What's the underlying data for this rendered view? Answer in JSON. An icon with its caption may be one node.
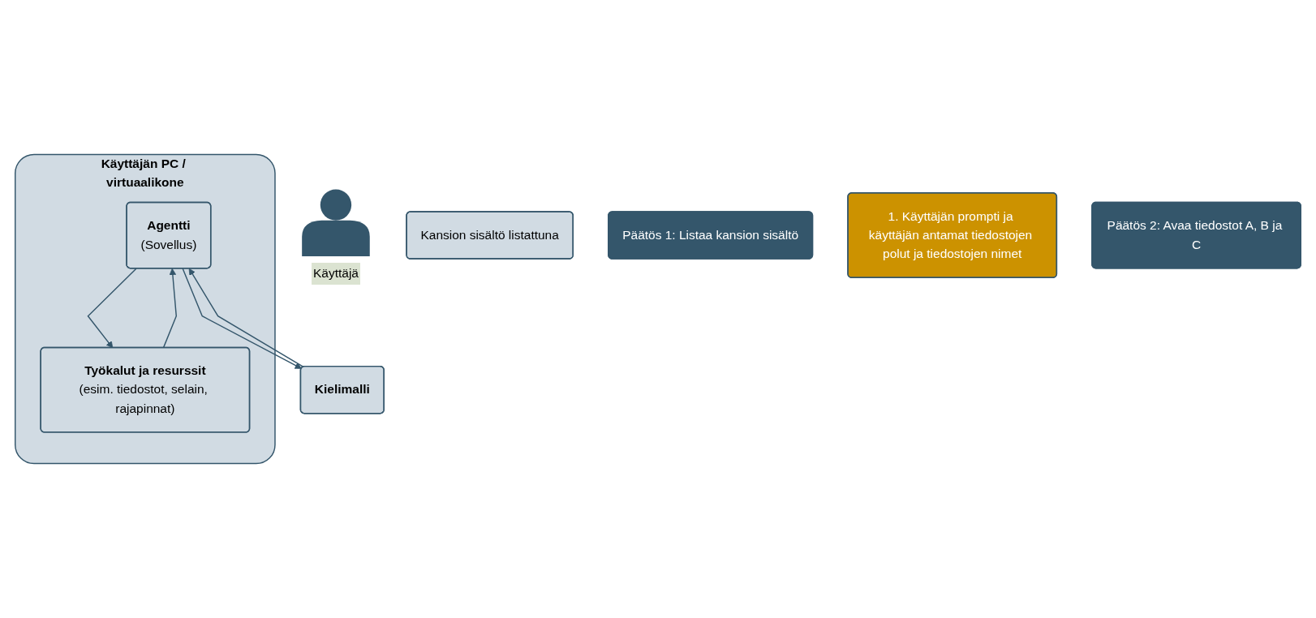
{
  "diagram": {
    "nodes": [
      {
        "text": [],
        "shape": "person",
        "beside": [
          "Käyttäjä"
        ]
      },
      {
        "text": [
          "Käyttäjän PC / virtuaalikone"
        ]
      },
      {
        "text": [
          "Agentti",
          "(Sovellus)"
        ],
        "in": 1
      },
      {
        "text": [
          "Työkalut ja resurssit",
          "(esim. tiedostot, selain, rajapinnat)"
        ],
        "in": 1
      },
      {
        "text": [
          "Kansion sisältö listattuna"
        ]
      },
      {
        "text": [
          "Päätös 1: Listaa kansion sisältö"
        ]
      },
      {
        "text": [
          "1. Käyttäjän prompti ja käyttäjän antamat tiedostojen polut ja tiedostojen nimet"
        ]
      },
      {
        "text": [
          "Päätös 2: Avaa tiedostot A, B ja C"
        ]
      },
      {
        "text": [
          "Kielimalli"
        ]
      }
    ],
    "edges": [
      {
        "from": 2,
        "to": 8,
        "arrow": "to"
      },
      {
        "from": 8,
        "to": 2,
        "arrow": "to"
      },
      {
        "from": 2,
        "to": 3,
        "arrow": "to"
      },
      {
        "from": 3,
        "to": 2,
        "arrow": "to"
      }
    ]
  }
}
